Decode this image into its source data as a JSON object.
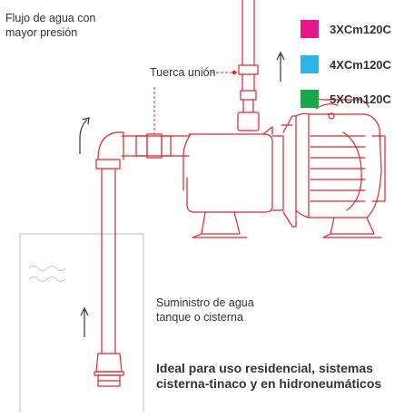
{
  "labels": {
    "flow_line1": "Flujo de agua con",
    "flow_line2": "mayor presión",
    "union_nut": "Tuerca unión",
    "supply_line1": "Suministro de agua",
    "supply_line2": "tanque o cisterna",
    "bottom_line1": "Ideal para uso residencial, sistemas",
    "bottom_line2": "cisterna-tinaco y en hidroneumáticos"
  },
  "legend": [
    {
      "label": "3XCm120C",
      "color": "#e6168b"
    },
    {
      "label": "4XCm120C",
      "color": "#2fb4ea"
    },
    {
      "label": "5XCm120C",
      "color": "#17a84a"
    }
  ],
  "colors": {
    "outline": "#e1262d",
    "tank_outline": "#c9c9c9",
    "arrow": "#333333"
  }
}
